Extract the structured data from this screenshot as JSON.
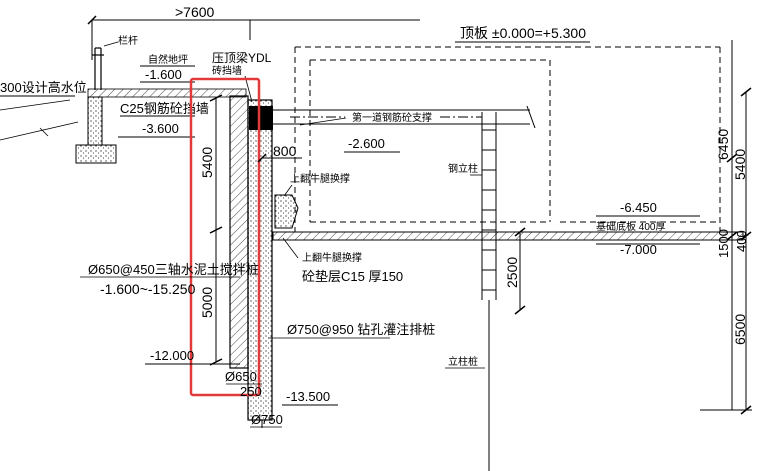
{
  "dimensions": {
    "top_width": ">7600",
    "left_h1": "5400",
    "left_h2": "5000",
    "w_800": "800",
    "w_650": "Ø650",
    "w_250": "250",
    "w_750": "Ø750",
    "h_2500": "2500",
    "right_6450": "6450",
    "right_5400": "5400",
    "right_1500": "1500",
    "right_400": "400",
    "right_6500": "6500"
  },
  "elevations": {
    "roof": "顶板 ±0.000=+5.300",
    "ground": "-1.600",
    "b1": "-3.600",
    "strut": "-2.600",
    "slab_bottom": "-6.450",
    "base_bottom": "-7.000",
    "pile_bottom": "-12.000",
    "bored_bottom": "-13.500",
    "design_water": "300设计高水位"
  },
  "labels": {
    "railing": "栏杆",
    "nat_slope": "自然地坪",
    "cap_beam": "压顶梁YDL",
    "brick_wall": "砖挡墙",
    "c25_wall": "C25钢筋砼挡墙",
    "strut": "第一道钢筋砼支撑",
    "column_lattice": "钢立柱",
    "upper_bracket": "上翻牛腿换撑",
    "upper_bracket2": "上翻牛腿换撑",
    "cushion": "砼垫层C15 厚150",
    "base_slab": "基础底板 400厚",
    "smw": "Ø650@450三轴水泥土搅拌桩",
    "smw_range": "-1.600~-15.250",
    "bored_pile": "Ø750@950 钻孔灌注排桩",
    "column": "立柱桩"
  },
  "colors": {
    "line": "#000000",
    "highlight": "#e23a3a"
  }
}
